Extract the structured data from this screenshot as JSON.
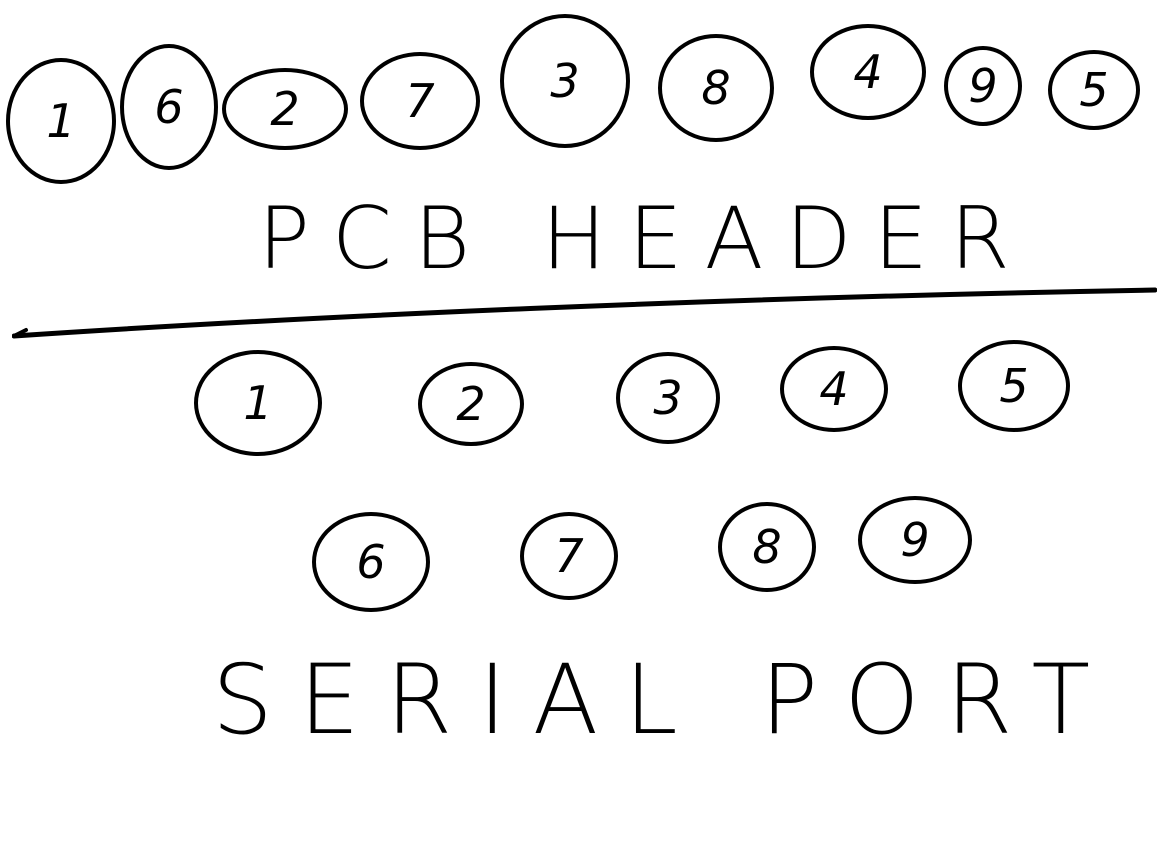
{
  "pcb_header": {
    "label": "PCB HEADER",
    "pins": [
      "1",
      "6",
      "2",
      "7",
      "3",
      "8",
      "4",
      "9",
      "5"
    ]
  },
  "serial_port": {
    "label": "SERIAL PORT",
    "top_row_pins": [
      "1",
      "2",
      "3",
      "4",
      "5"
    ],
    "bottom_row_pins": [
      "6",
      "7",
      "8",
      "9"
    ]
  },
  "colors": {
    "ink": "#000000",
    "paper": "#ffffff"
  }
}
